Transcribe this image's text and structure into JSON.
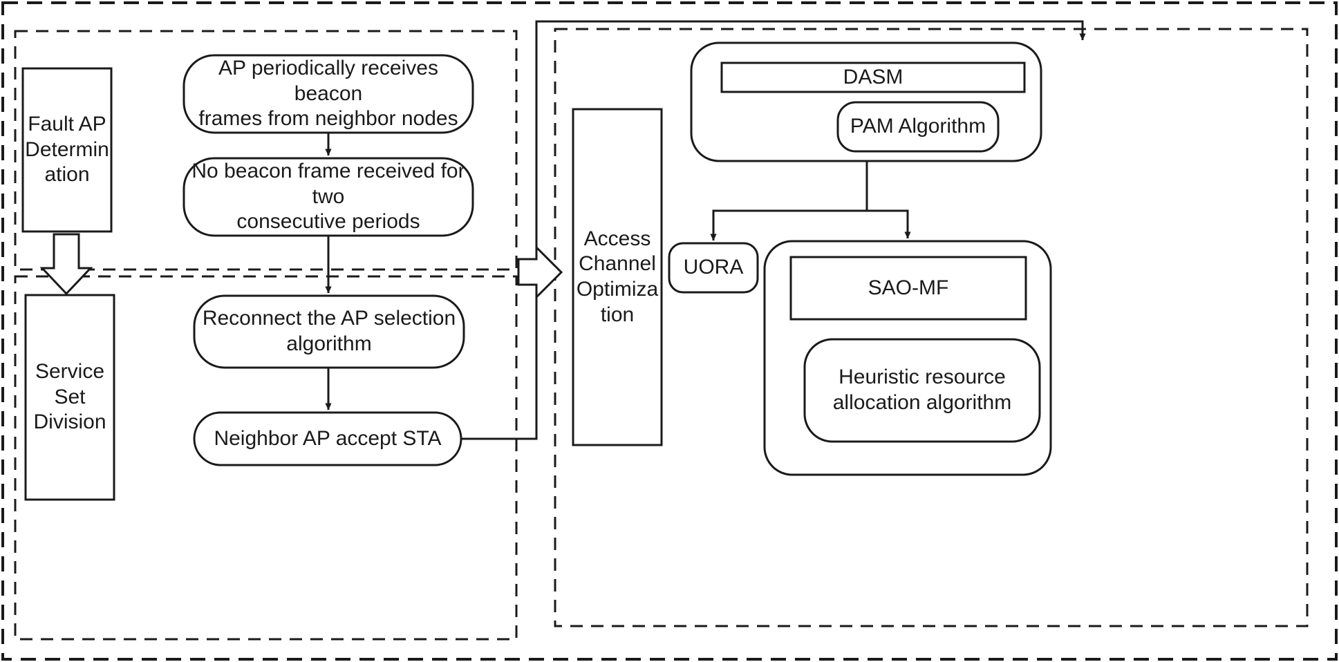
{
  "diagram": {
    "title": "System architecture flow diagram",
    "stroke_color": "#1a1a1a",
    "background_color": "#ffffff",
    "outer_container_label": "",
    "groups": [
      {
        "id": "fault-ap-group",
        "label": "",
        "style": "dashed"
      },
      {
        "id": "service-set-group",
        "label": "",
        "style": "dashed"
      },
      {
        "id": "access-channel-group",
        "label": "",
        "style": "dashed"
      }
    ],
    "nodes": {
      "fault_ap_determination": "Fault AP\nDetermin\nation",
      "service_set_division": "Service\nSet\nDivision",
      "ap_periodically_receives": "AP periodically receives beacon\nframes from neighbor nodes",
      "no_beacon_frame": "No beacon frame received for two\nconsecutive periods",
      "reconnect_ap_selection": "Reconnect the AP selection\nalgorithm",
      "neighbor_ap_accept": "Neighbor AP accept STA",
      "access_channel_optimization": "Access\nChannel\nOptimiza\ntion",
      "dasm": "DASM",
      "pam_algorithm": "PAM Algorithm",
      "uora": "UORA",
      "sao_mf": "SAO-MF",
      "heuristic_resource": "Heuristic resource\nallocation algorithm"
    },
    "edges": [
      {
        "from": "ap_periodically_receives",
        "to": "no_beacon_frame",
        "type": "arrow-down"
      },
      {
        "from": "no_beacon_frame",
        "to": "reconnect_ap_selection",
        "type": "arrow-down"
      },
      {
        "from": "reconnect_ap_selection",
        "to": "neighbor_ap_accept",
        "type": "arrow-down"
      },
      {
        "from": "fault_ap_determination",
        "to": "service_set_division",
        "type": "block-arrow-down"
      },
      {
        "from": "left-section",
        "to": "access_channel_optimization",
        "type": "block-arrow-right"
      },
      {
        "from": "neighbor_ap_accept",
        "to": "dasm",
        "type": "elbow-arrow"
      },
      {
        "from": "dasm",
        "to": "uora",
        "type": "elbow-arrow"
      },
      {
        "from": "dasm",
        "to": "sao_mf",
        "type": "elbow-arrow"
      }
    ]
  }
}
